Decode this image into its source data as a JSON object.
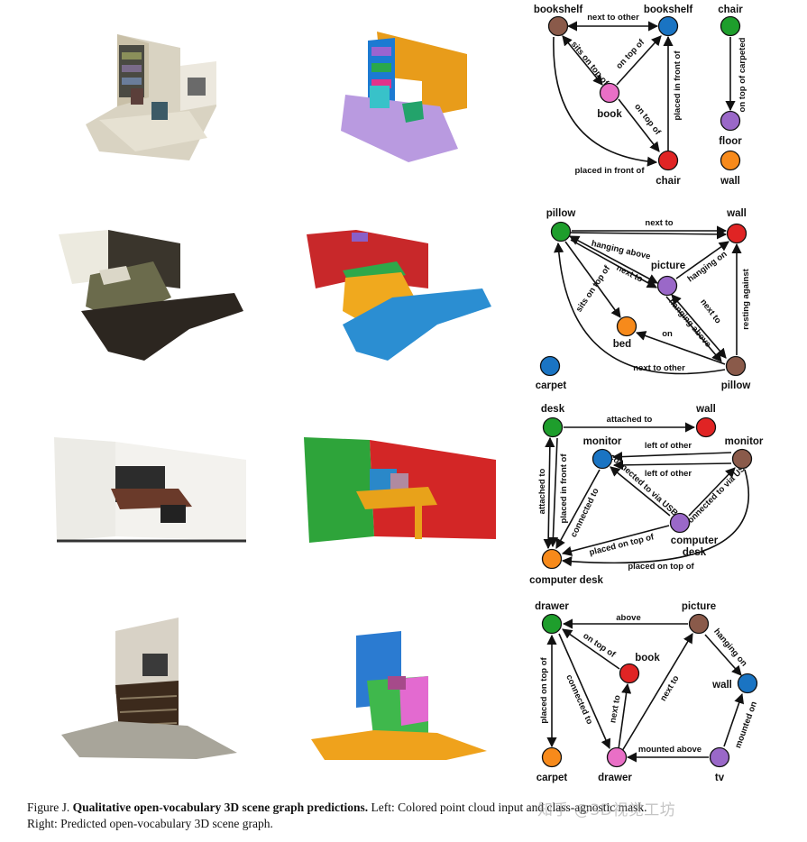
{
  "caption": {
    "figure": "Figure J.",
    "title": "Qualitative open-vocabulary 3D scene graph predictions.",
    "text_left": "Left: Colored point cloud input and class-agnostic mask.",
    "text_right": "Right: Predicted open-vocabulary 3D scene graph."
  },
  "watermark": "知乎 @3D视觉工坊",
  "colors": {
    "green": "#1e9e2c",
    "blue": "#1a74c3",
    "pink": "#e96fc6",
    "brown": "#8a5a4a",
    "red": "#e02424",
    "purple": "#9a68c8",
    "orange": "#f78a1b"
  },
  "graphs": [
    {
      "nodes": [
        {
          "id": "g1_bookshelf_a",
          "label": "bookshelf",
          "color": "brown"
        },
        {
          "id": "g1_bookshelf_b",
          "label": "bookshelf",
          "color": "blue"
        },
        {
          "id": "g1_book",
          "label": "book",
          "color": "pink"
        },
        {
          "id": "g1_chair_a",
          "label": "chair",
          "color": "red"
        },
        {
          "id": "g1_chair_b",
          "label": "chair",
          "color": "green"
        },
        {
          "id": "g1_floor",
          "label": "floor",
          "color": "purple"
        },
        {
          "id": "g1_wall",
          "label": "wall",
          "color": "orange"
        }
      ],
      "edges": [
        "next to other",
        "sits on top of",
        "on top of",
        "on top of",
        "placed in front of",
        "placed in front of",
        "on top of carpeted"
      ]
    },
    {
      "nodes": [
        {
          "id": "g2_pillow_a",
          "label": "pillow",
          "color": "green"
        },
        {
          "id": "g2_wall",
          "label": "wall",
          "color": "red"
        },
        {
          "id": "g2_picture",
          "label": "picture",
          "color": "purple"
        },
        {
          "id": "g2_bed",
          "label": "bed",
          "color": "orange"
        },
        {
          "id": "g2_carpet",
          "label": "carpet",
          "color": "blue"
        },
        {
          "id": "g2_pillow_b",
          "label": "pillow",
          "color": "brown"
        }
      ],
      "edges": [
        "next to",
        "hanging above",
        "next to",
        "hanging on",
        "sits on top of",
        "next to",
        "hanging above",
        "resting against",
        "on",
        "next to other"
      ]
    },
    {
      "nodes": [
        {
          "id": "g3_desk",
          "label": "desk",
          "color": "green"
        },
        {
          "id": "g3_wall",
          "label": "wall",
          "color": "red"
        },
        {
          "id": "g3_monitor_a",
          "label": "monitor",
          "color": "blue"
        },
        {
          "id": "g3_monitor_b",
          "label": "monitor",
          "color": "brown"
        },
        {
          "id": "g3_computer_desk_a",
          "label": "computer\ndesk",
          "color": "purple"
        },
        {
          "id": "g3_computer_desk_b",
          "label": "computer desk",
          "color": "orange"
        }
      ],
      "edges": [
        "attached to",
        "left of other",
        "left of other",
        "attached to",
        "placed in front of",
        "connected to",
        "connected to via USB",
        "connected to via USB",
        "placed on top of",
        "placed on top of"
      ]
    },
    {
      "nodes": [
        {
          "id": "g4_drawer_a",
          "label": "drawer",
          "color": "green"
        },
        {
          "id": "g4_picture",
          "label": "picture",
          "color": "brown"
        },
        {
          "id": "g4_book",
          "label": "book",
          "color": "red"
        },
        {
          "id": "g4_wall",
          "label": "wall",
          "color": "blue"
        },
        {
          "id": "g4_carpet",
          "label": "carpet",
          "color": "orange"
        },
        {
          "id": "g4_drawer_b",
          "label": "drawer",
          "color": "pink"
        },
        {
          "id": "g4_tv",
          "label": "tv",
          "color": "purple"
        }
      ],
      "edges": [
        "above",
        "on top of",
        "hanging on",
        "placed on top of",
        "connected to",
        "next to",
        "next to",
        "mounted on",
        "mounted above"
      ]
    }
  ]
}
